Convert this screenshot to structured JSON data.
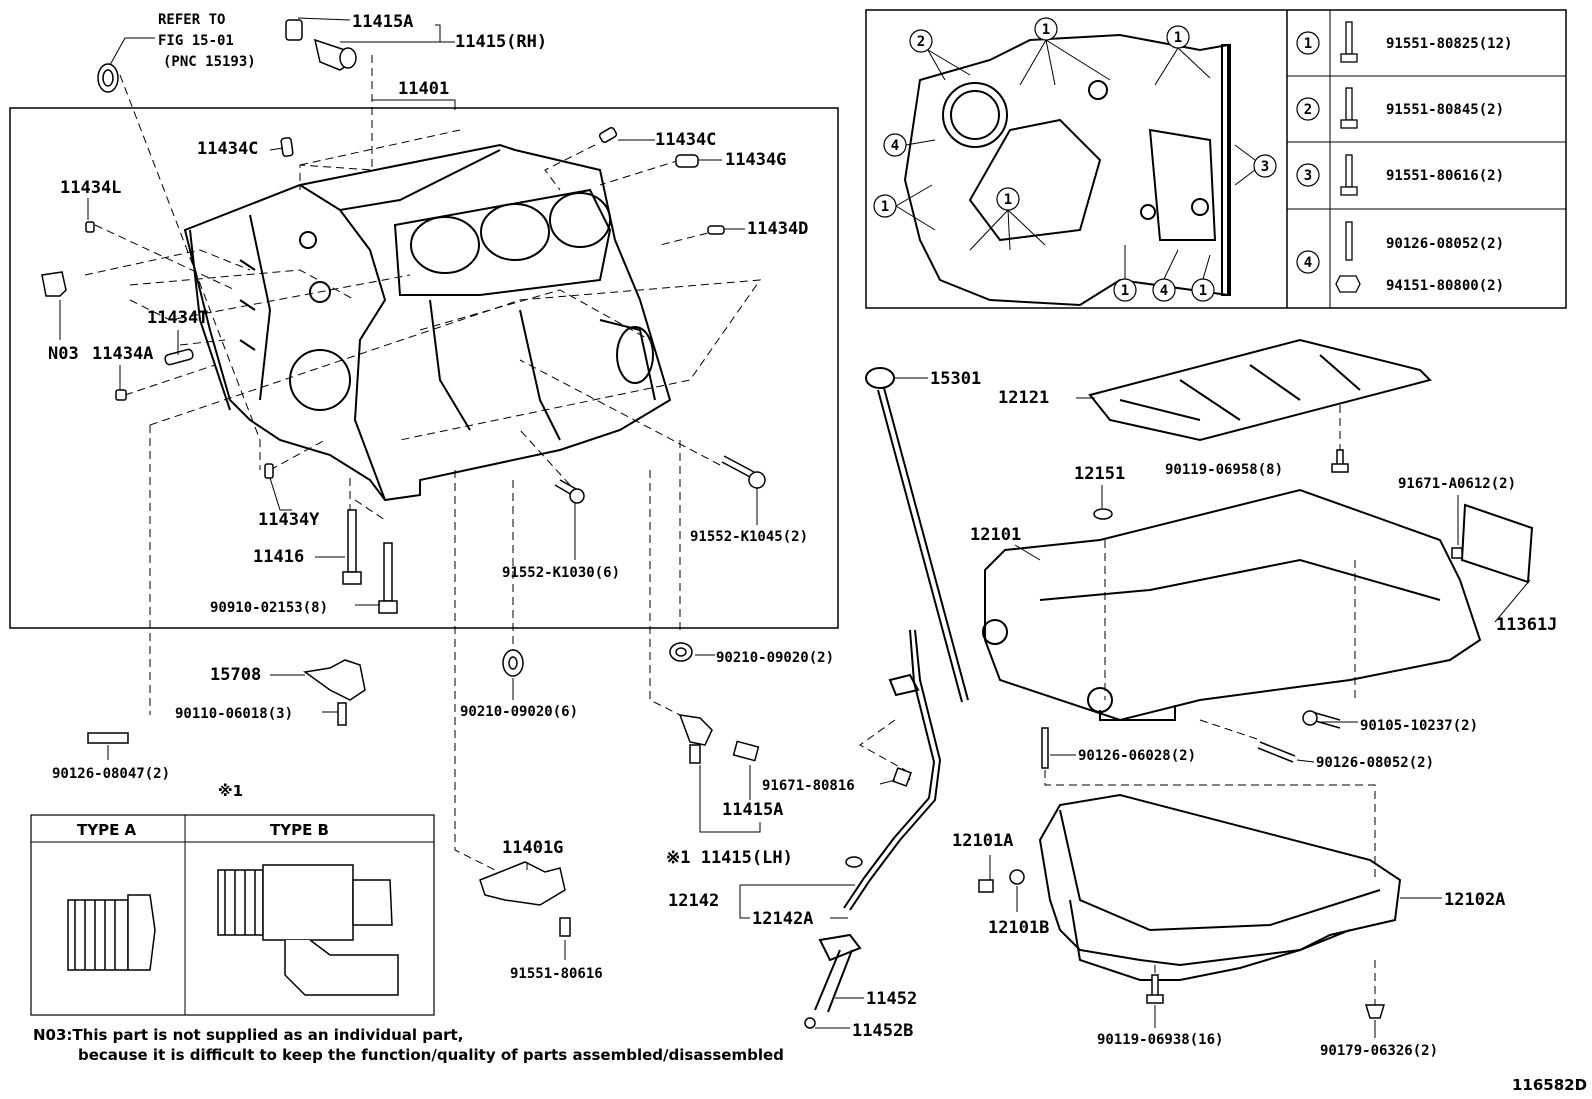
{
  "refer": {
    "line1": "REFER TO",
    "line2": "FIG 15-01",
    "line3": "(PNC 15193)"
  },
  "diagram_id": "116582D",
  "block": {
    "p11401": "11401",
    "p11415A_top": "11415A",
    "p11415RH": "11415(RH)",
    "p11434C_left": "11434C",
    "p11434C_right": "11434C",
    "p11434G": "11434G",
    "p11434L": "11434L",
    "p11434D": "11434D",
    "p11434T": "11434T",
    "pN03": "N03",
    "p11434A": "11434A",
    "p11434Y": "11434Y",
    "p11416": "11416",
    "p90910": "90910-02153(8)",
    "p91552_1030": "91552-K1030(6)",
    "p91552_1045": "91552-K1045(2)"
  },
  "below": {
    "p90210_6": "90210-09020(6)",
    "p90210_2": "90210-09020(2)",
    "p15708": "15708",
    "p90110": "90110-06018(3)",
    "p90126_08047": "90126-08047(2)",
    "p11415A_lower": "11415A",
    "p11415LH": "※1 11415(LH)",
    "p91671_80816": "91671-80816",
    "p11401G": "11401G",
    "p91551_80616": "91551-80616"
  },
  "types": {
    "mark": "※1",
    "type_a": "TYPE A",
    "type_b": "TYPE B"
  },
  "bolt_table": {
    "rows": [
      {
        "num": "1",
        "parts": [
          "91551-80825(12)"
        ]
      },
      {
        "num": "2",
        "parts": [
          "91551-80845(2)"
        ]
      },
      {
        "num": "3",
        "parts": [
          "91551-80616(2)"
        ]
      },
      {
        "num": "4",
        "parts": [
          "90126-08052(2)",
          "94151-80800(2)"
        ]
      }
    ],
    "callouts": [
      "2",
      "1",
      "1",
      "4",
      "1",
      "1",
      "3",
      "1",
      "4",
      "1"
    ]
  },
  "pan": {
    "p15301": "15301",
    "p12121": "12121",
    "p90119_06958": "90119-06958(8)",
    "p12151": "12151",
    "p12101": "12101",
    "p91671_A0612": "91671-A0612(2)",
    "p11361J": "11361J",
    "p90105": "90105-10237(2)",
    "p90126_06028": "90126-06028(2)",
    "p90126_08052": "90126-08052(2)",
    "p12101A": "12101A",
    "p12101B": "12101B",
    "p12102A": "12102A",
    "p12142": "12142",
    "p12142A": "12142A",
    "p11452": "11452",
    "p11452B": "11452B",
    "p90119_06938": "90119-06938(16)",
    "p90179": "90179-06326(2)"
  },
  "note": {
    "line1": "N03:This part is not supplied as an individual part,",
    "line2": "because it is difficult to keep the function/quality of parts assembled/disassembled"
  }
}
